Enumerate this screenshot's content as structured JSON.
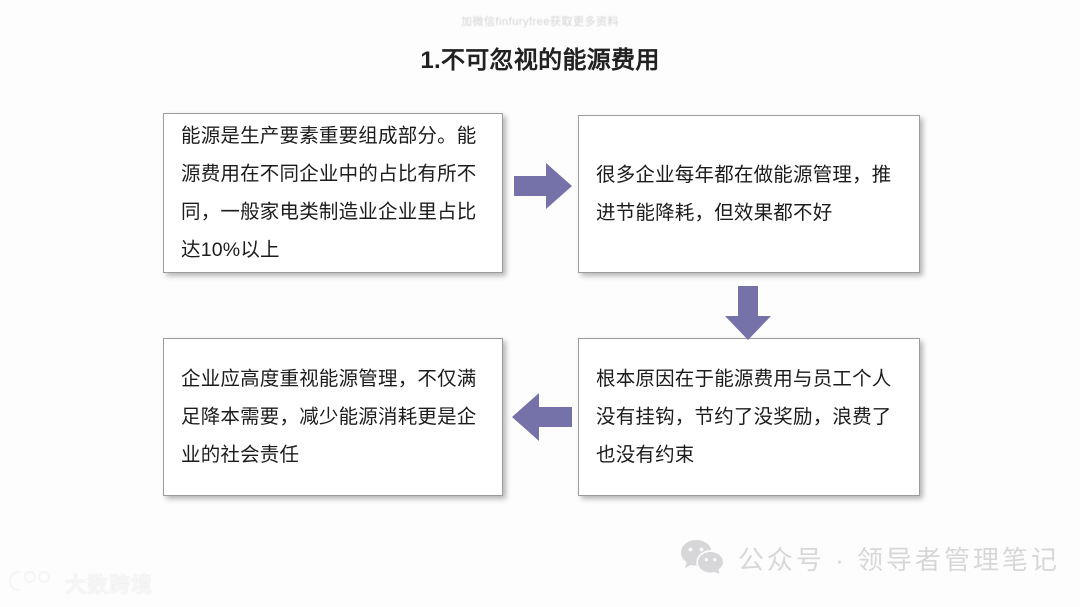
{
  "slide": {
    "top_watermark": "加微信finfuryfree获取更多资料",
    "title": "1.不可忽视的能源费用",
    "background_color": "#fdfdfd",
    "accent_color": "#7472a8",
    "box_border_color": "#9c9c9c",
    "text_color": "#1c1c1c"
  },
  "boxes": [
    {
      "id": "energy-share",
      "text": "能源是生产要素重要组成部分。能源费用在不同企业中的占比有所不同，一般家电类制造业企业里占比达10%以上",
      "position": "top-left"
    },
    {
      "id": "mgmt-effort",
      "text": "很多企业每年都在做能源管理，推进节能降耗，但效果都不好",
      "position": "top-right"
    },
    {
      "id": "root-cause",
      "text": "根本原因在于能源费用与员工个人没有挂钩，节约了没奖励，浪费了也没有约束",
      "position": "bottom-right"
    },
    {
      "id": "responsibility",
      "text": "企业应高度重视能源管理，不仅满足降本需要，减少能源消耗更是企业的社会责任",
      "position": "bottom-left"
    }
  ],
  "arrows": [
    {
      "id": "right-top",
      "direction": "right",
      "color": "#7472a8"
    },
    {
      "id": "down-right",
      "direction": "down",
      "color": "#7472a8"
    },
    {
      "id": "left-bottom",
      "direction": "left",
      "color": "#7472a8"
    }
  ],
  "brand": {
    "icon": "wechat-icon",
    "label": "公众号 · 领导者管理笔记",
    "color": "#d4d4d6"
  },
  "site_watermark": {
    "icon": "dashukuajing-logo-icon",
    "label": "大数跨境",
    "color": "#f2f2f2"
  }
}
